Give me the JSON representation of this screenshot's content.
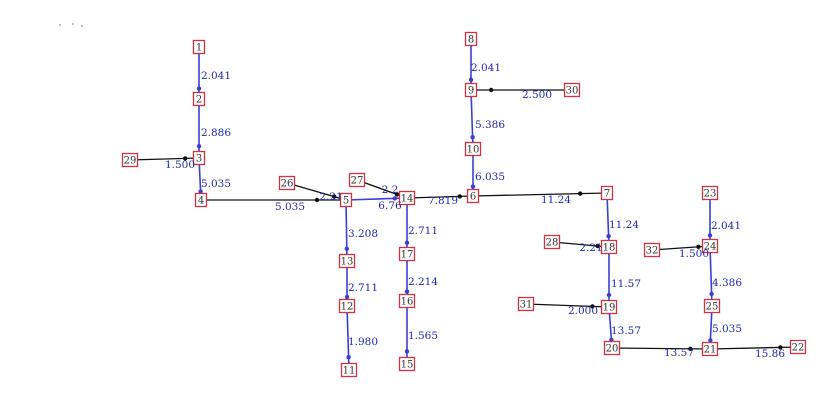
{
  "nodes": [
    {
      "id": "1",
      "label": "1"
    },
    {
      "id": "2",
      "label": "2"
    },
    {
      "id": "3",
      "label": "3"
    },
    {
      "id": "4",
      "label": "4"
    },
    {
      "id": "5",
      "label": "5"
    },
    {
      "id": "6",
      "label": "6"
    },
    {
      "id": "7",
      "label": "7"
    },
    {
      "id": "8",
      "label": "8"
    },
    {
      "id": "9",
      "label": "9"
    },
    {
      "id": "10",
      "label": "10"
    },
    {
      "id": "11",
      "label": "11"
    },
    {
      "id": "12",
      "label": "12"
    },
    {
      "id": "13",
      "label": "13"
    },
    {
      "id": "14",
      "label": "14"
    },
    {
      "id": "15",
      "label": "15"
    },
    {
      "id": "16",
      "label": "16"
    },
    {
      "id": "17",
      "label": "17"
    },
    {
      "id": "18",
      "label": "18"
    },
    {
      "id": "19",
      "label": "19"
    },
    {
      "id": "20",
      "label": "20"
    },
    {
      "id": "21",
      "label": "21"
    },
    {
      "id": "22",
      "label": "22"
    },
    {
      "id": "23",
      "label": "23"
    },
    {
      "id": "24",
      "label": "24"
    },
    {
      "id": "25",
      "label": "25"
    },
    {
      "id": "26",
      "label": "26"
    },
    {
      "id": "27",
      "label": "27"
    },
    {
      "id": "28",
      "label": "28"
    },
    {
      "id": "29",
      "label": "29"
    },
    {
      "id": "30",
      "label": "30"
    },
    {
      "id": "31",
      "label": "31"
    },
    {
      "id": "32",
      "label": "32"
    }
  ],
  "edges": [
    {
      "from": "1",
      "to": "2",
      "label": "2.041"
    },
    {
      "from": "2",
      "to": "3",
      "label": "2.886"
    },
    {
      "from": "3",
      "to": "4",
      "label": "5.035"
    },
    {
      "from": "29",
      "to": "3",
      "label": "1.500"
    },
    {
      "from": "4",
      "to": "5",
      "label": "5.035"
    },
    {
      "from": "26",
      "to": "5",
      "label": "2.21"
    },
    {
      "from": "5",
      "to": "13",
      "label": "3.208"
    },
    {
      "from": "13",
      "to": "12",
      "label": "2.711"
    },
    {
      "from": "12",
      "to": "11",
      "label": "1.980"
    },
    {
      "from": "27",
      "to": "14",
      "label": "2.2"
    },
    {
      "from": "5",
      "to": "14",
      "label": "6.76"
    },
    {
      "from": "14",
      "to": "17",
      "label": "2.711"
    },
    {
      "from": "17",
      "to": "16",
      "label": "2.214"
    },
    {
      "from": "16",
      "to": "15",
      "label": "1.565"
    },
    {
      "from": "14",
      "to": "6",
      "label": "7.819"
    },
    {
      "from": "8",
      "to": "9",
      "label": "2.041"
    },
    {
      "from": "30",
      "to": "9",
      "label": "2.500"
    },
    {
      "from": "9",
      "to": "10",
      "label": "5.386"
    },
    {
      "from": "10",
      "to": "6",
      "label": "6.035"
    },
    {
      "from": "6",
      "to": "7",
      "label": "11.24"
    },
    {
      "from": "7",
      "to": "18",
      "label": "11.24"
    },
    {
      "from": "28",
      "to": "18",
      "label": "2.21"
    },
    {
      "from": "18",
      "to": "19",
      "label": "11.57"
    },
    {
      "from": "31",
      "to": "19",
      "label": "2.000"
    },
    {
      "from": "19",
      "to": "20",
      "label": "13.57"
    },
    {
      "from": "20",
      "to": "21",
      "label": "13.57"
    },
    {
      "from": "21",
      "to": "22",
      "label": "15.86"
    },
    {
      "from": "23",
      "to": "24",
      "label": "2.041"
    },
    {
      "from": "32",
      "to": "24",
      "label": "1.500"
    },
    {
      "from": "24",
      "to": "25",
      "label": "4.386"
    },
    {
      "from": "25",
      "to": "21",
      "label": "5.035"
    }
  ]
}
